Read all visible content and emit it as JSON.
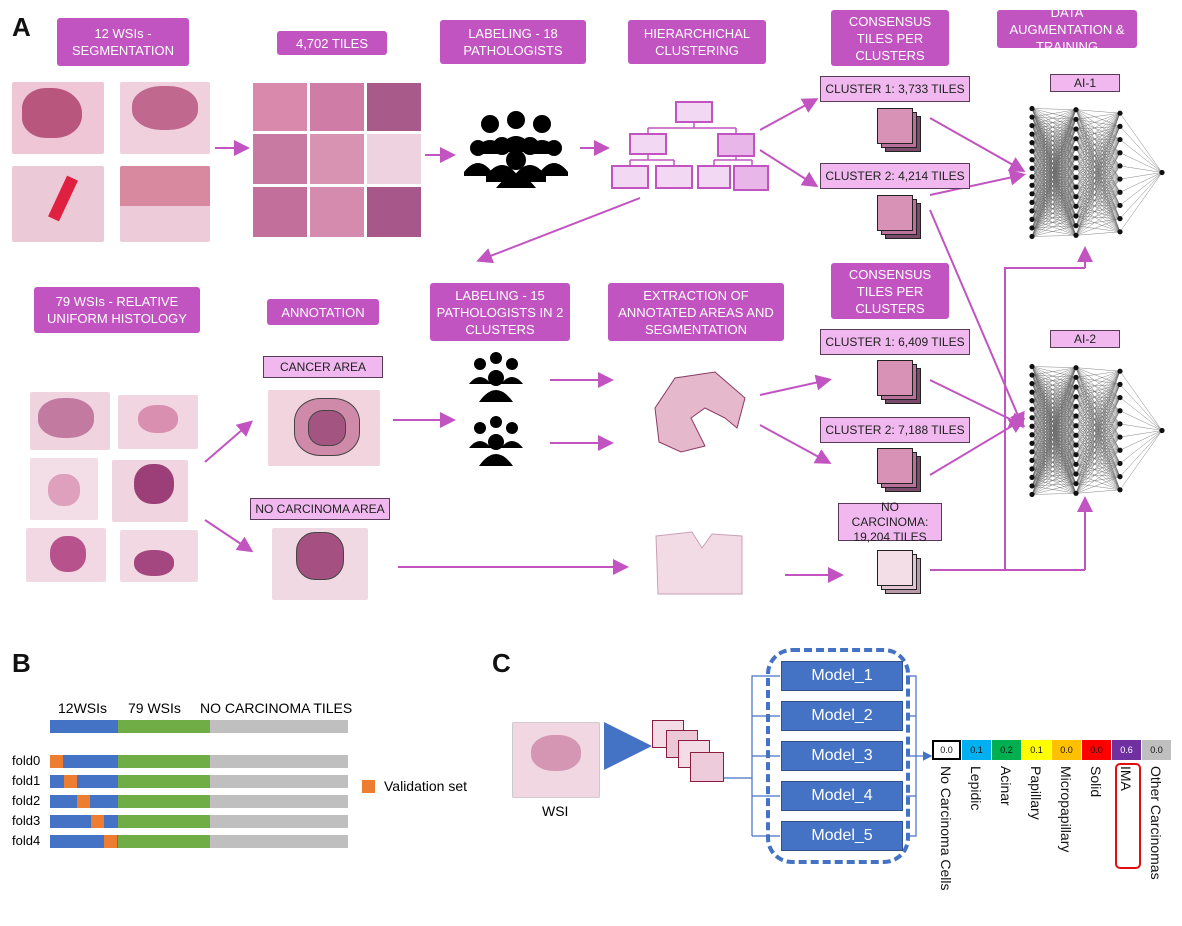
{
  "panel_a": {
    "letter": "A",
    "top_labels": {
      "wsi12": "12 WSIs - SEGMENTATION",
      "tiles": "4,702 TILES",
      "labeling18": "LABELING - 18 PATHOLOGISTS",
      "hier": "HIERARCHICHAL CLUSTERING",
      "consensus1": "CONSENSUS TILES PER CLUSTERS",
      "augment": "DATA AUGMENTATION & TRAINING"
    },
    "bottom_labels": {
      "wsi79": "79 WSIs - RELATIVE UNIFORM HISTOLOGY",
      "annotation": "ANNOTATION",
      "labeling15": "LABELING - 15 PATHOLOGISTS IN 2 CLUSTERS",
      "extraction": "EXTRACTION OF ANNOTATED AREAS AND SEGMENTATION",
      "consensus2": "CONSENSUS TILES PER CLUSTERS"
    },
    "cluster_labels": {
      "c1_top": "CLUSTER 1: 3,733 TILES",
      "c2_top": "CLUSTER 2: 4,214 TILES",
      "c1_bot": "CLUSTER 1: 6,409 TILES",
      "c2_bot": "CLUSTER 2: 7,188 TILES",
      "nocarc": "NO CARCINOMA: 19,204 TILES",
      "cancer_area": "CANCER AREA",
      "no_carc_area": "NO CARCINOMA AREA",
      "ai1": "AI-1",
      "ai2": "AI-2"
    }
  },
  "panel_b": {
    "letter": "B",
    "header": [
      "12WSIs",
      "79 WSIs",
      "NO CARCINOMA TILES"
    ],
    "folds": [
      "fold0",
      "fold1",
      "fold2",
      "fold3",
      "fold4"
    ],
    "validation_fraction_start": [
      0.0,
      0.2,
      0.4,
      0.6,
      0.8
    ],
    "legend": "Validation set",
    "colors": {
      "wsi12": "#4472c4",
      "wsi79": "#70ad47",
      "nocarc": "#bfbfbf",
      "validation": "#ed7d31"
    }
  },
  "panel_c": {
    "letter": "C",
    "wsi_label": "WSI",
    "models": [
      "Model_1",
      "Model_2",
      "Model_3",
      "Model_4",
      "Model_5"
    ],
    "classes": [
      {
        "name": "No Carcinoma Cells",
        "value": "0.0",
        "color": "#ffffff"
      },
      {
        "name": "Lepidic",
        "value": "0.1",
        "color": "#00b0f0"
      },
      {
        "name": "Acinar",
        "value": "0.2",
        "color": "#00b050"
      },
      {
        "name": "Papillary",
        "value": "0.1",
        "color": "#ffff00"
      },
      {
        "name": "Micropapillary",
        "value": "0.0",
        "color": "#ffc000"
      },
      {
        "name": "Solid",
        "value": "0.0",
        "color": "#ff0000"
      },
      {
        "name": "IMA",
        "value": "0.6",
        "color": "#7030a0"
      },
      {
        "name": "Other Carcinomas",
        "value": "0.0",
        "color": "#bfbfbf"
      }
    ]
  }
}
